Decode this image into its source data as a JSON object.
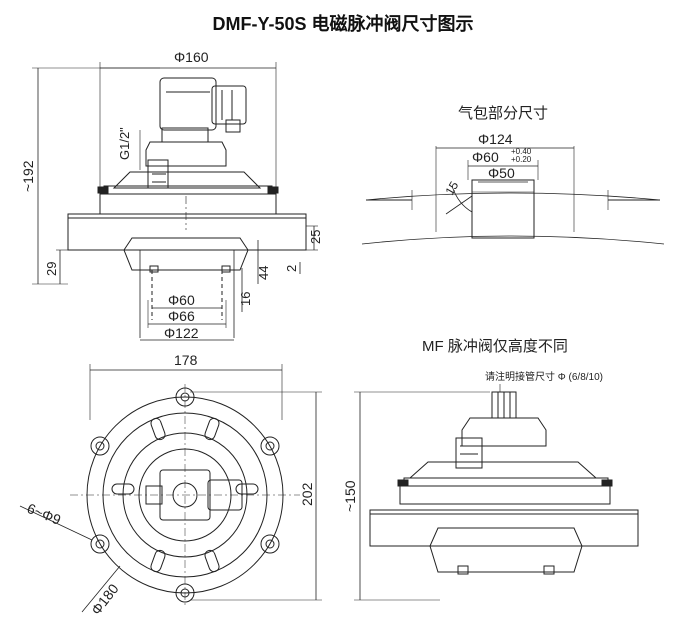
{
  "title": "DMF-Y-50S 电磁脉冲阀尺寸图示",
  "front_view": {
    "top_dia": "Φ160",
    "thread": "G1/2\"",
    "height": "~192",
    "dim_29": "29",
    "dim_25": "25",
    "dim_2": "2",
    "dim_44": "44",
    "dim_16": "16",
    "dia_60": "Φ60",
    "dia_66": "Φ66",
    "dia_122": "Φ122"
  },
  "airbag_view": {
    "heading": "气包部分尺寸",
    "dia_124": "Φ124",
    "dia_60": "Φ60",
    "tol_upper": "+0.40",
    "tol_lower": "+0.20",
    "dia_50": "Φ50",
    "weld": "15"
  },
  "top_view": {
    "width": "178",
    "height": "202",
    "holes": "6~Φ9",
    "bolt_circle": "Φ180"
  },
  "mf_view": {
    "heading": "MF 脉冲阀仅高度不同",
    "note": "请注明接管尺寸 Φ (6/8/10)",
    "height": "~150"
  }
}
